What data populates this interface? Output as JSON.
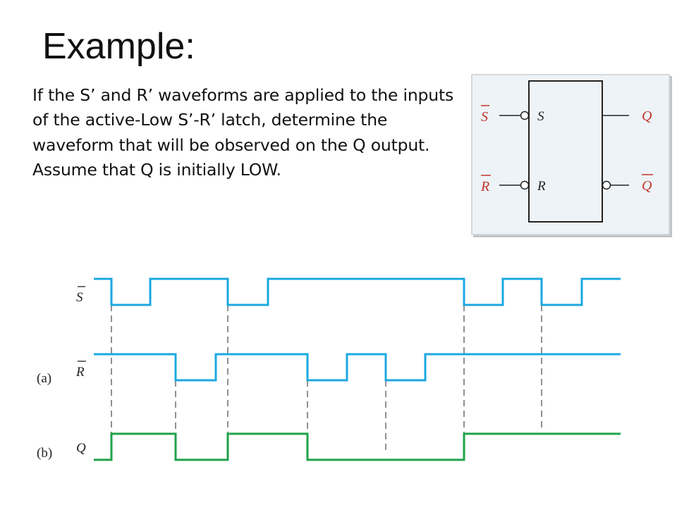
{
  "slide": {
    "title": "Example:",
    "body": "If the S’ and R’ waveforms are applied to the inputs of the active-Low S’-R’ latch, determine the waveform that will be observed on the Q output. Assume that Q is initially LOW."
  },
  "latch": {
    "input_top_label": "S",
    "input_bottom_label": "R",
    "box_top_label": "S",
    "box_bottom_label": "R",
    "output_top_label": "Q",
    "output_bottom_label": "Q",
    "accent_color": "#c0362c"
  },
  "timing": {
    "row_labels": {
      "s_signal": "S",
      "r_signal": "R",
      "q_signal": "Q"
    },
    "part_labels": {
      "a": "(a)",
      "b": "(b)"
    },
    "colors": {
      "input_wave": "#1ba8e0",
      "output_wave": "#1fa24a",
      "dash_line": "#555555"
    }
  }
}
